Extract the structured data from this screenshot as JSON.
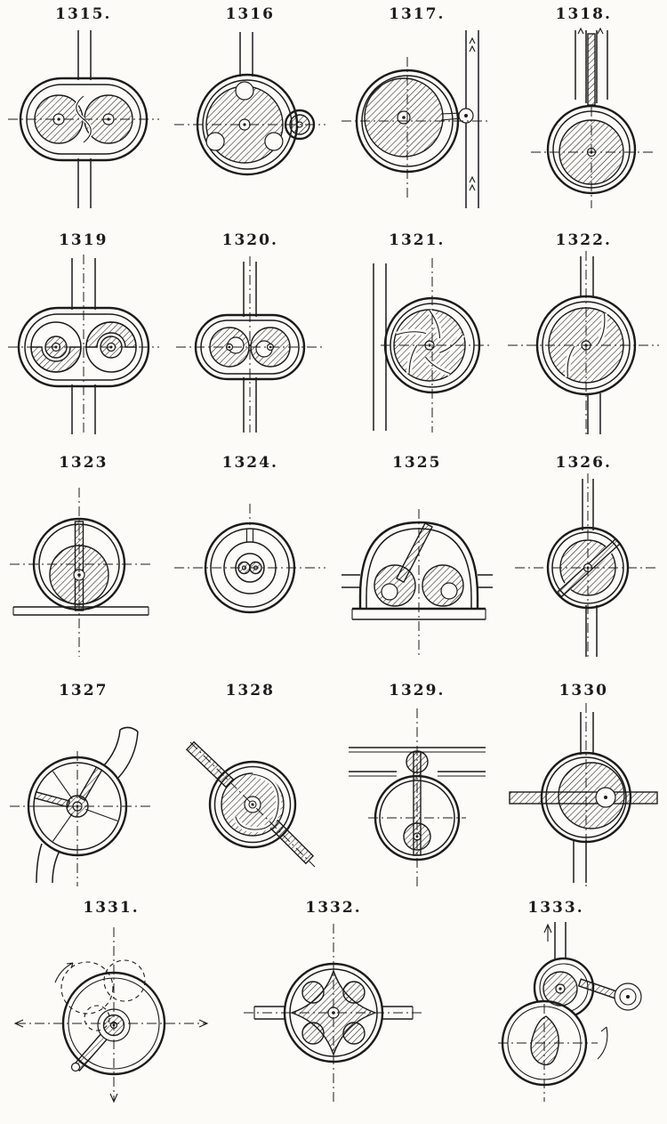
{
  "page": {
    "paper_color": "#fcfbf7",
    "ink_color": "#1b1b1b"
  },
  "figures": [
    {
      "label": "1315."
    },
    {
      "label": "1316"
    },
    {
      "label": "1317."
    },
    {
      "label": "1318."
    },
    {
      "label": "1319"
    },
    {
      "label": "1320."
    },
    {
      "label": "1321."
    },
    {
      "label": "1322."
    },
    {
      "label": "1323"
    },
    {
      "label": "1324."
    },
    {
      "label": "1325"
    },
    {
      "label": "1326."
    },
    {
      "label": "1327"
    },
    {
      "label": "1328"
    },
    {
      "label": "1329."
    },
    {
      "label": "1330"
    },
    {
      "label": "1331."
    },
    {
      "label": "1332."
    },
    {
      "label": "1333."
    }
  ]
}
